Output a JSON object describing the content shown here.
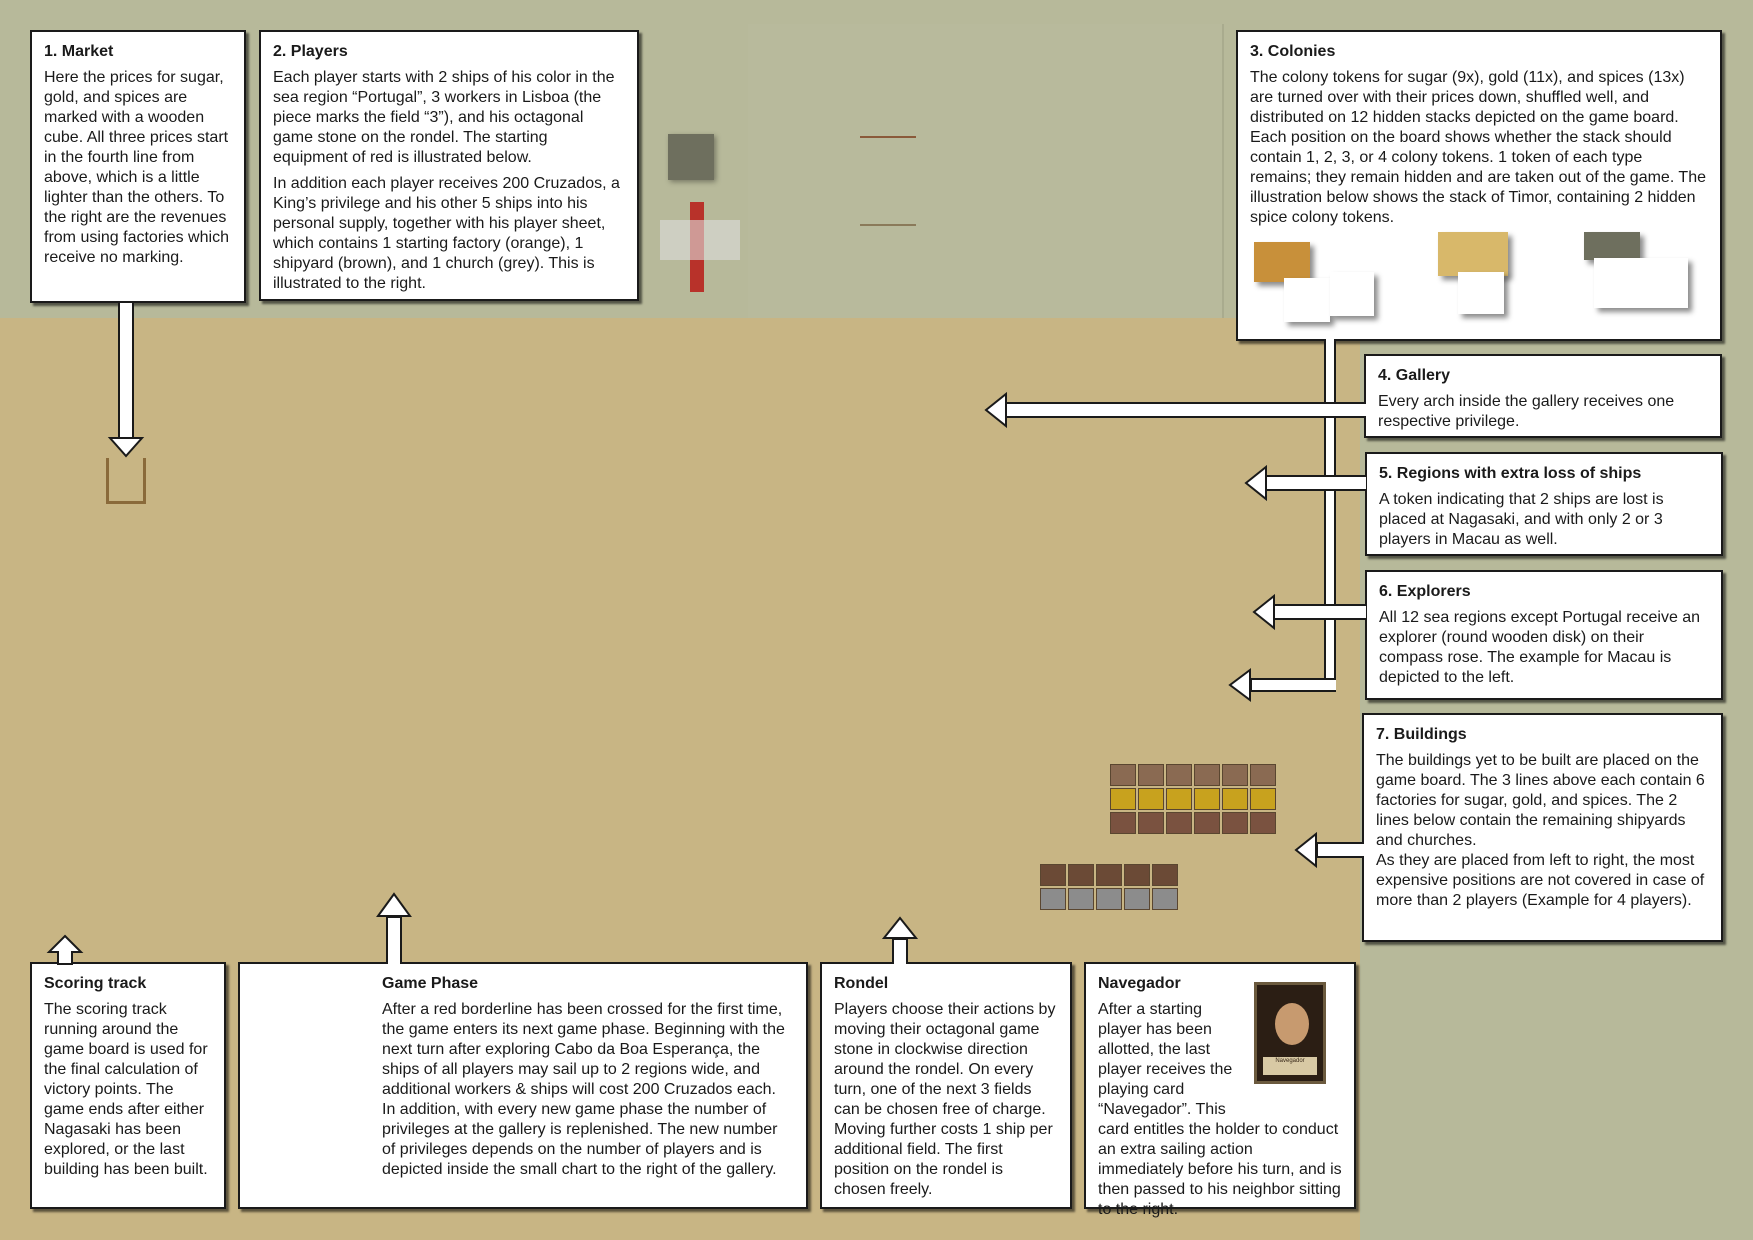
{
  "colors": {
    "board": "#c8b584",
    "board_top": "#b7b99a",
    "box_border": "#1a1a1a",
    "sugar": "#7a5a3e",
    "gold": "#c8a21e",
    "spices": "#8a6244",
    "shipyard": "#6b4a36",
    "church": "#8c8c8c"
  },
  "market": {
    "title": "1. Market",
    "text": "Here the prices for sugar, gold, and spices are marked with a wooden cube. All three prices start in the fourth line from above, which is a little lighter than the others. To the right are the revenues from using factories which receive no marking."
  },
  "players": {
    "title": "2. Players",
    "p1": "Each player starts with 2 ships of his color in the sea region “Portugal”, 3 workers in Lisboa (the piece marks the field “3”), and his octagonal game stone on the rondel. The starting equipment of red is illustrated below.",
    "p2": "In addition each player receives 200 Cruzados, a King’s privilege and his other 5 ships into his personal supply, together with his player sheet, which contains 1 starting factory (orange), 1 shipyard (brown), and 1 church (grey). This is illustrated to the right."
  },
  "colonies": {
    "title": "3. Colonies",
    "text": "The colony tokens for sugar (9x), gold (11x), and spices (13x) are turned over with their prices down, shuffled well, and distributed on 12 hidden stacks depicted on the game board. Each position on the board shows whether the stack should contain 1, 2, 3, or 4 colony tokens. 1 token of each type remains; they remain hidden and are taken out of the game. The illustration below shows the stack of Timor, containing 2 hidden spice colony tokens."
  },
  "gallery": {
    "title": "4. Gallery",
    "text": "Every arch inside the gallery receives one respective privilege."
  },
  "regions": {
    "title": "5. Regions with extra loss of ships",
    "text": "A token indicating that 2 ships are lost is placed at Nagasaki, and with only 2 or 3 players in Macau as well."
  },
  "explorers": {
    "title": "6. Explorers",
    "text": "All 12 sea regions except Portugal receive an explorer (round wooden disk) on their compass rose. The example for Macau is depicted to the left."
  },
  "buildings": {
    "title": "7. Buildings",
    "text1": "The buildings yet to be built are placed on the game board. The 3 lines above each contain 6 factories for sugar, gold, and spices. The 2 lines below contain the remaining shipyards and churches.",
    "text2": "As they are placed from left to right, the most expensive positions are not covered in case of more than 2 players (Example for 4 players)."
  },
  "scoring": {
    "title": "Scoring track",
    "text": "The scoring track running around the game board is used for the final calculation of victory points. The game ends after either Nagasaki has been explored, or the last building has been built."
  },
  "phase": {
    "title": "Game Phase",
    "text1": "After a red borderline has been crossed for the first time, the game enters its next game phase. Beginning with the next turn after exploring Cabo da Boa Esperança, the ships of all players may sail up to 2 regions wide, and additional workers & ships will cost 200 Cruzados each.",
    "text2": "In addition, with every new game phase the number of privileges at the gallery is replenished. The new number of privileges depends on the number of players and is depicted inside the small chart to the right of the gallery."
  },
  "rondel": {
    "title": "Rondel",
    "text": "Players choose their actions by moving their octagonal game stone in clockwise direction around the rondel. On every turn, one of the next 3 fields can be chosen free of charge. Moving further costs 1 ship per additional field. The first position on the rondel is chosen freely."
  },
  "navegador": {
    "title": "Navegador",
    "text": "After a starting player has been allotted, the last player receives the playing card “Navegador”. This card entitles the holder to conduct an extra sailing action immediately before his turn, and is then passed to his neighbor sitting to the right.",
    "card_label": "Navegador"
  }
}
